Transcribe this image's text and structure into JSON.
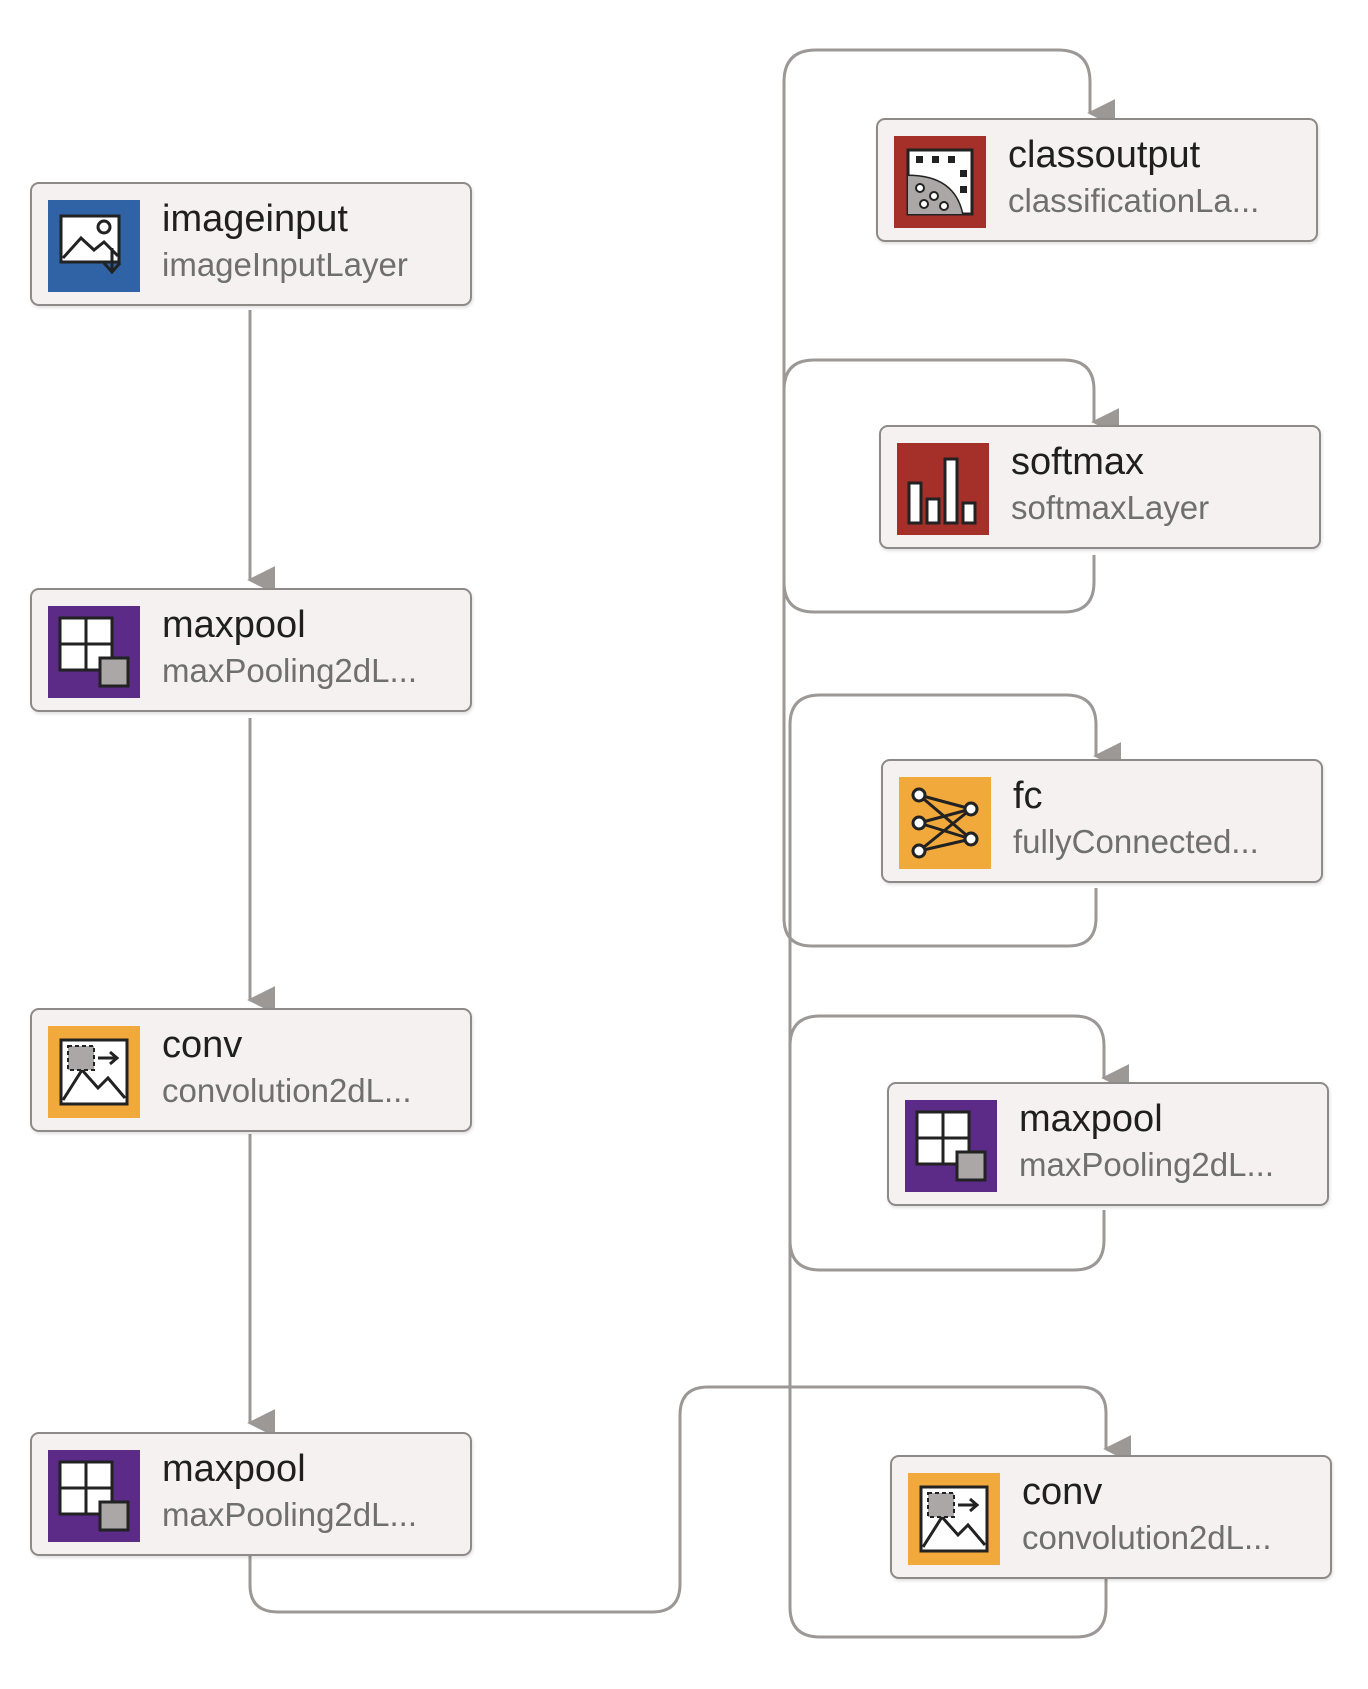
{
  "colors": {
    "input_blue": "#2f63a6",
    "pool_purple": "#5b2b87",
    "conv_orange": "#f2a93b",
    "output_red": "#a5302a",
    "wire_gray": "#9c9896",
    "node_fill": "#f4f1f0"
  },
  "nodes": {
    "imageinput": {
      "name": "imageinput",
      "type": "imageInputLayer",
      "icon": "image-input-icon"
    },
    "maxpool1": {
      "name": "maxpool",
      "type": "maxPooling2dL...",
      "icon": "max-pooling-icon"
    },
    "conv1": {
      "name": "conv",
      "type": "convolution2dL...",
      "icon": "convolution-icon"
    },
    "maxpool2": {
      "name": "maxpool",
      "type": "maxPooling2dL...",
      "icon": "max-pooling-icon"
    },
    "classoutput": {
      "name": "classoutput",
      "type": "classificationLa...",
      "icon": "classification-output-icon"
    },
    "softmax": {
      "name": "softmax",
      "type": "softmaxLayer",
      "icon": "softmax-bar-chart-icon"
    },
    "fc": {
      "name": "fc",
      "type": "fullyConnected...",
      "icon": "fully-connected-icon"
    },
    "maxpool3": {
      "name": "maxpool",
      "type": "maxPooling2dL...",
      "icon": "max-pooling-icon"
    },
    "conv2": {
      "name": "conv",
      "type": "convolution2dL...",
      "icon": "convolution-icon"
    }
  }
}
